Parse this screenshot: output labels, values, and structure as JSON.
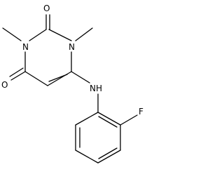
{
  "molecule": {
    "atoms": {
      "o_top": "O",
      "n1": "N",
      "n3": "N",
      "o_left": "O",
      "nh": "NH",
      "f": "F"
    },
    "colors": {
      "bond": "#000000",
      "text": "#000000",
      "background": "#ffffff"
    }
  }
}
